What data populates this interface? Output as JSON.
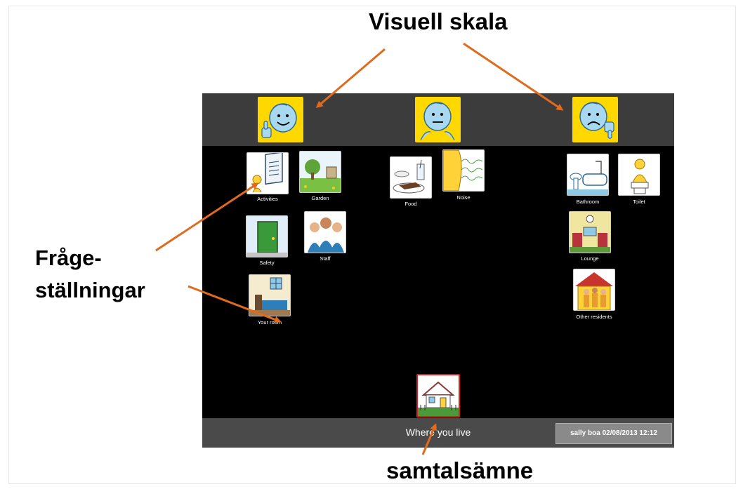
{
  "annotations": {
    "title": "Visuell skala",
    "questions_line1": "Fråge-",
    "questions_line2": "ställningar",
    "topic": "samtalsämne"
  },
  "scale": {
    "items": [
      {
        "name": "thumbs-up-happy-face-icon"
      },
      {
        "name": "neutral-face-icon"
      },
      {
        "name": "thumbs-down-sad-face-icon"
      }
    ],
    "color": "#ffd800"
  },
  "columns": {
    "positive": [
      "Activities",
      "Garden",
      "Safety",
      "Staff",
      "Your room"
    ],
    "neutral": [
      "Food",
      "Noise"
    ],
    "negative": [
      "Bathroom",
      "Toilet",
      "Lounge",
      "Other residents"
    ]
  },
  "topic": {
    "label": "Where you live",
    "card_border_color": "#d62020"
  },
  "status": {
    "text": "sally boa 02/08/2013 12:12"
  },
  "colors": {
    "annotation_arrow": "#e06a1e",
    "board_background": "#000000",
    "bar_background": "#3c3c3c"
  }
}
